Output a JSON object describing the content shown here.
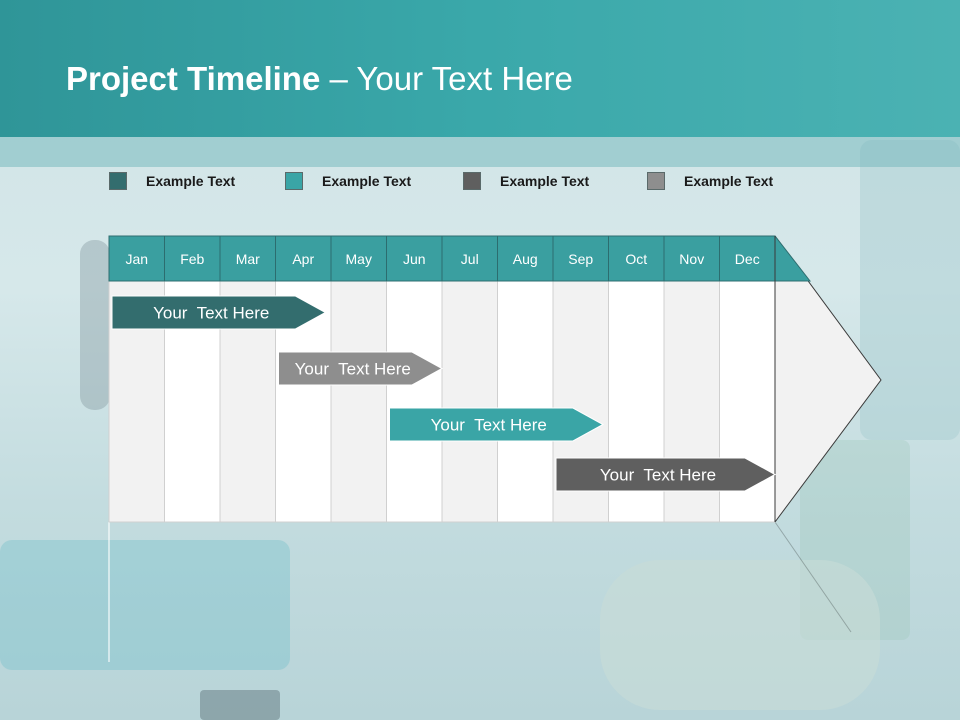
{
  "slide": {
    "title_bold": "Project Timeline",
    "title_rest": " – Your Text Here"
  },
  "legend": [
    {
      "label": "Example Text",
      "color": "#336d6e"
    },
    {
      "label": "Example Text",
      "color": "#3aa5a6"
    },
    {
      "label": "Example Text",
      "color": "#5f5f5f"
    },
    {
      "label": "Example Text",
      "color": "#8e8e8e"
    }
  ],
  "timeline": {
    "months": [
      "Jan",
      "Feb",
      "Mar",
      "Apr",
      "May",
      "Jun",
      "Jul",
      "Aug",
      "Sep",
      "Oct",
      "Nov",
      "Dec"
    ],
    "header_color": "#3a9fa0",
    "tasks": [
      {
        "label": "Your  Text Here",
        "start": 0,
        "end": 3.9,
        "color": "#336d6e"
      },
      {
        "label": "Your  Text Here",
        "start": 3.0,
        "end": 6.0,
        "color": "#8e8e8e"
      },
      {
        "label": "Your  Text Here",
        "start": 5.0,
        "end": 8.9,
        "color": "#3aa5a6"
      },
      {
        "label": "Your  Text Here",
        "start": 8.0,
        "end": 12.0,
        "color": "#5f5f5f"
      }
    ]
  }
}
